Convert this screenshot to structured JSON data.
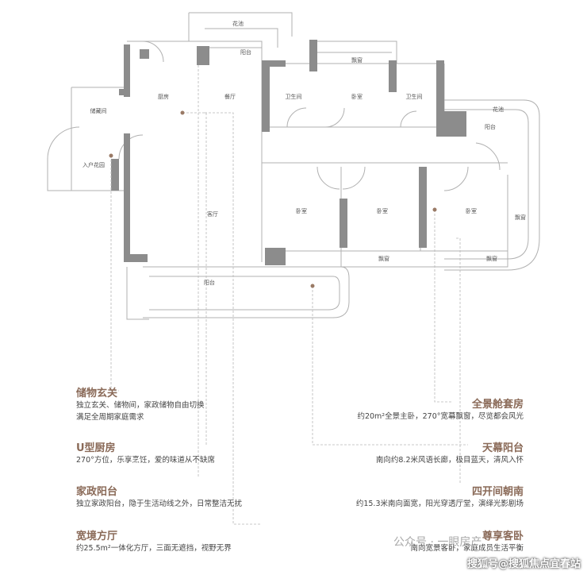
{
  "rooms": {
    "planter_top": "花池",
    "balcony_top": "阳台",
    "bay_window_top": "飘窗",
    "kitchen": "厨房",
    "dining": "餐厅",
    "bathroom_1": "卫生间",
    "bedroom_top": "卧室",
    "bathroom_2": "卫生间",
    "planter_right": "花池",
    "balcony_right": "阳台",
    "storage": "储藏间",
    "entry_garden": "入户花园",
    "living": "客厅",
    "bedroom_a": "卧室",
    "bedroom_b": "卧室",
    "bedroom_c": "卧室",
    "bay_window_right": "飘窗",
    "bay_window_b": "飘窗",
    "bay_window_c": "飘窗",
    "balcony_bottom": "阳台"
  },
  "features_left": [
    {
      "title": "储物玄关",
      "lines": [
        "独立玄关、储物间，家政储物自由切换",
        "满足全周期家庭需求"
      ]
    },
    {
      "title": "U型厨房",
      "lines": [
        "270°方位，乐享烹饪，爱的味道从不缺席"
      ]
    },
    {
      "title": "家政阳台",
      "lines": [
        "独立家政阳台，隐于生活动线之外，日常整洁无扰"
      ]
    },
    {
      "title": "宽境方厅",
      "lines": [
        "约25.5m²一体化方厅，三面无遮挡，视野无界"
      ]
    }
  ],
  "features_right": [
    {
      "title": "全景舱套房",
      "lines": [
        "约20m²全景主卧，270°宽幕飘窗，尽览都会风光"
      ]
    },
    {
      "title": "天幕阳台",
      "lines": [
        "南向约8.2米风语长廊，极目蓝天，清风入怀"
      ]
    },
    {
      "title": "四开间朝南",
      "lines": [
        "约15.3米南向面宽，阳光穿透厅堂，演绎光影剧场"
      ]
    },
    {
      "title": "尊享客卧",
      "lines": [
        "南向宽景客卧，家庭成员生活平衡"
      ]
    }
  ],
  "watermark_center": "公众号 · 一眼房产",
  "watermark_bottom": "搜狐号@搜狐焦点宜春站",
  "colors": {
    "wall": "#8c8c8c",
    "line": "#aaaaaa",
    "accent": "#8a6a58",
    "dot": "#9a7a66"
  }
}
